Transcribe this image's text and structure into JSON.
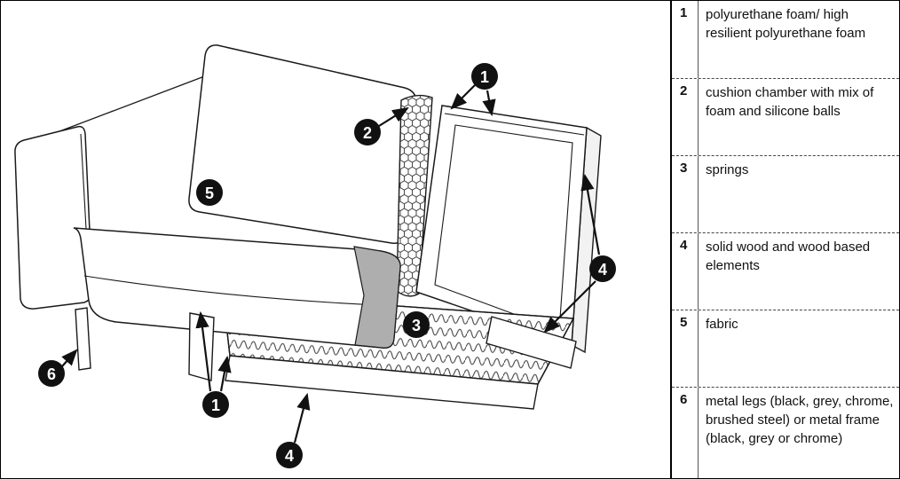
{
  "legend": {
    "rows": [
      {
        "num": "1",
        "text": "polyurethane foam/ high resilient polyurethane foam"
      },
      {
        "num": "2",
        "text": "cushion chamber with mix of foam  and silicone balls"
      },
      {
        "num": "3",
        "text": "springs"
      },
      {
        "num": "4",
        "text": "solid wood and wood based elements"
      },
      {
        "num": "5",
        "text": "fabric"
      },
      {
        "num": "6",
        "text": "metal legs (black, grey, chrome, brushed steel) or metal frame (black, grey or chrome)"
      }
    ]
  },
  "callouts": {
    "c1": "1",
    "c2": "2",
    "c3": "3",
    "c4": "4",
    "c5": "5",
    "c6": "6"
  },
  "colors": {
    "line": "#1a1a1a",
    "callout_bg": "#111111",
    "callout_text": "#ffffff",
    "shade": "#aeaeae"
  }
}
